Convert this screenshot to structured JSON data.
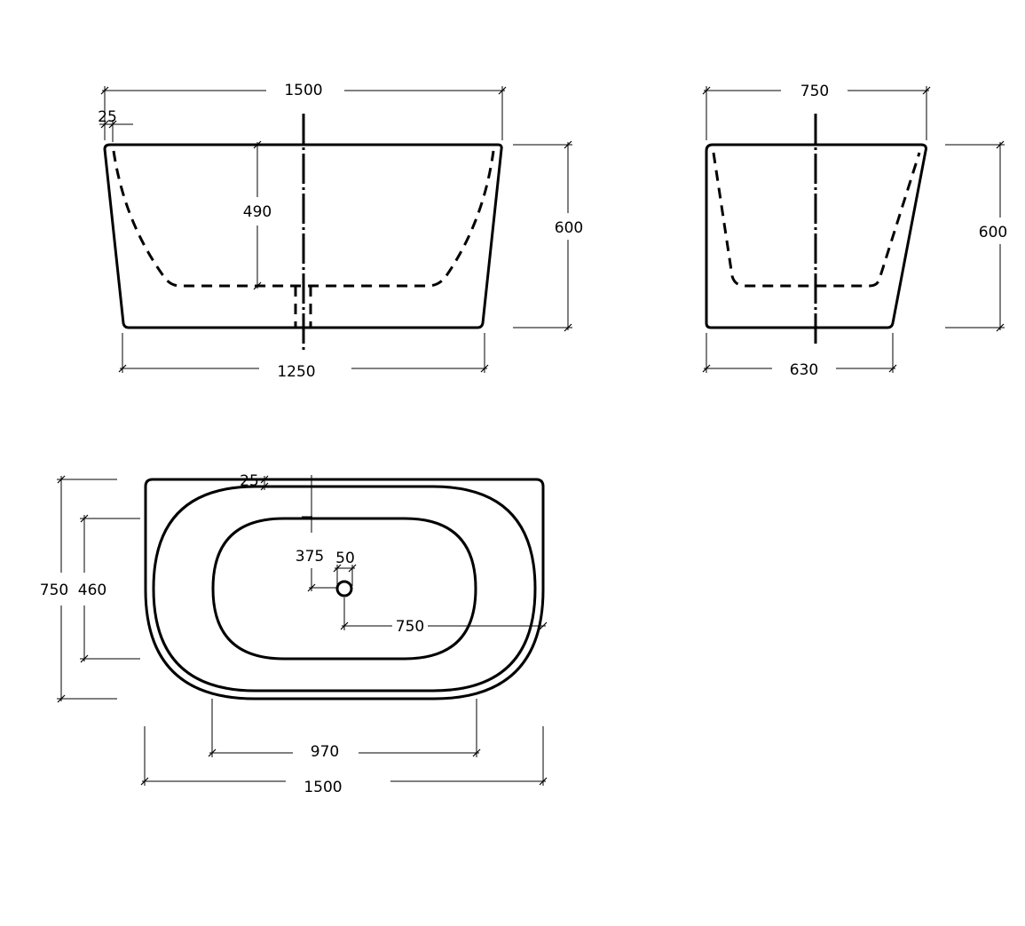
{
  "colors": {
    "line": "#000000",
    "background": "#ffffff"
  },
  "views": {
    "front": {
      "overall_width": "1500",
      "rim_thickness": "25",
      "inner_depth": "490",
      "height": "600",
      "base_width": "1250"
    },
    "side": {
      "overall_depth": "750",
      "height": "600",
      "base_depth": "630"
    },
    "plan": {
      "rim_thickness": "25",
      "overall_depth": "750",
      "inner_depth": "460",
      "drain_offset": "375",
      "drain_diameter": "50",
      "drain_to_wall": "750",
      "inner_length": "970",
      "overall_length": "1500"
    }
  }
}
